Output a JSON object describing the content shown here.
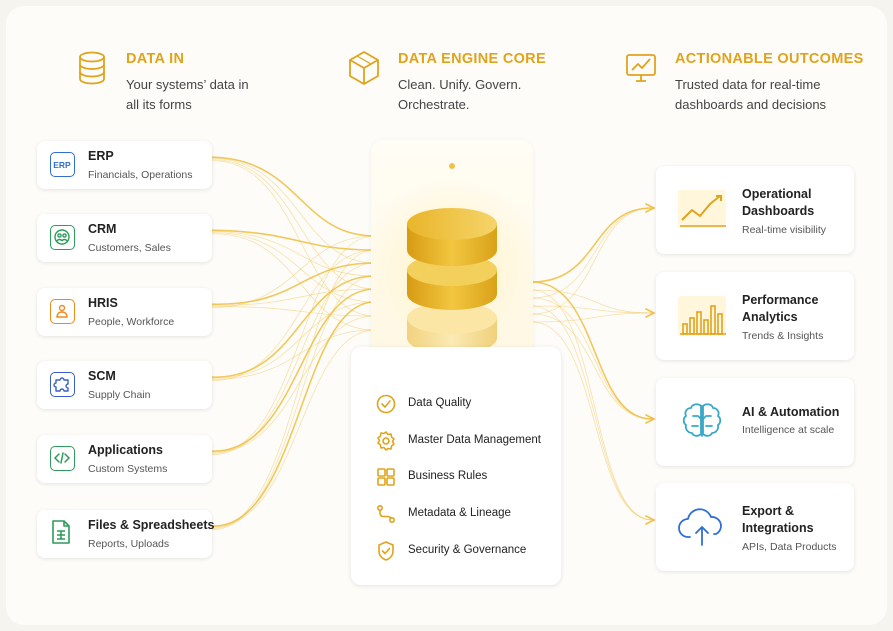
{
  "header": {
    "data_in": {
      "title": "DATA IN",
      "subtitle": "Your systems’ data in all its forms",
      "icon": "database-icon"
    },
    "engine": {
      "title": "DATA ENGINE CORE",
      "subtitle": "Clean. Unify. Govern. Orchestrate.",
      "icon": "cube-icon"
    },
    "outcomes": {
      "title": "ACTIONABLE OUTCOMES",
      "subtitle": "Trusted data for real-time dashboards and decisions",
      "icon": "monitor-chart-icon"
    }
  },
  "sources": [
    {
      "title": "ERP",
      "subtitle": "Financials, Operations",
      "icon": "erp-icon",
      "color": "#2f6fd6"
    },
    {
      "title": "CRM",
      "subtitle": "Customers, Sales",
      "icon": "people-cycle-icon",
      "color": "#2e9c5c"
    },
    {
      "title": "HRIS",
      "subtitle": "People, Workforce",
      "icon": "person-badge-icon",
      "color": "#ef8a1f"
    },
    {
      "title": "SCM",
      "subtitle": "Supply Chain",
      "icon": "puzzle-icon",
      "color": "#3b5fc9"
    },
    {
      "title": "Applications",
      "subtitle": "Custom Systems",
      "icon": "code-icon",
      "color": "#2e9c5c"
    },
    {
      "title": "Files & Spreadsheets",
      "subtitle": "Reports, Uploads",
      "icon": "spreadsheet-icon",
      "color": "#2e9c5c"
    }
  ],
  "capabilities": [
    {
      "label": "Data Quality",
      "icon": "check-shield-icon"
    },
    {
      "label": "Master Data Management",
      "icon": "gear-db-icon"
    },
    {
      "label": "Business Rules",
      "icon": "grid-rules-icon"
    },
    {
      "label": "Metadata & Lineage",
      "icon": "lineage-icon"
    },
    {
      "label": "Security & Governance",
      "icon": "security-shield-icon"
    }
  ],
  "outcomes": [
    {
      "title": "Operational Dashboards",
      "subtitle": "Real-time visibility",
      "icon": "line-chart-icon"
    },
    {
      "title": "Performance Analytics",
      "subtitle": "Trends & Insights",
      "icon": "bar-chart-icon"
    },
    {
      "title": "AI & Automation",
      "subtitle": "Intelligence at scale",
      "icon": "brain-icon"
    },
    {
      "title": "Export & Integrations",
      "subtitle": "APIs, Data Products",
      "icon": "cloud-upload-icon"
    }
  ],
  "colors": {
    "accent": "#e0a31c",
    "flow": "#f0c24a",
    "text": "#222222"
  }
}
